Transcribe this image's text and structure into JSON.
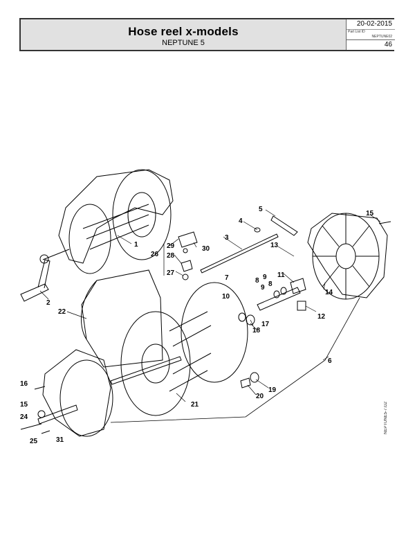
{
  "header": {
    "title": "Hose reel x-models",
    "subtitle": "NEPTUNE 5",
    "date": "20-02-2015",
    "part_list_label": "Part List ID",
    "part_list_id": "NEPTUNE02",
    "page_number": "46"
  },
  "drawing_code": "NEPTUNE5-7.G2",
  "callouts": [
    "1",
    "2",
    "3",
    "4",
    "5",
    "6",
    "7",
    "8",
    "8",
    "9",
    "9",
    "10",
    "11",
    "12",
    "13",
    "14",
    "15",
    "15",
    "16",
    "17",
    "18",
    "19",
    "20",
    "21",
    "22",
    "24",
    "25",
    "26",
    "27",
    "28",
    "29",
    "30",
    "31"
  ]
}
